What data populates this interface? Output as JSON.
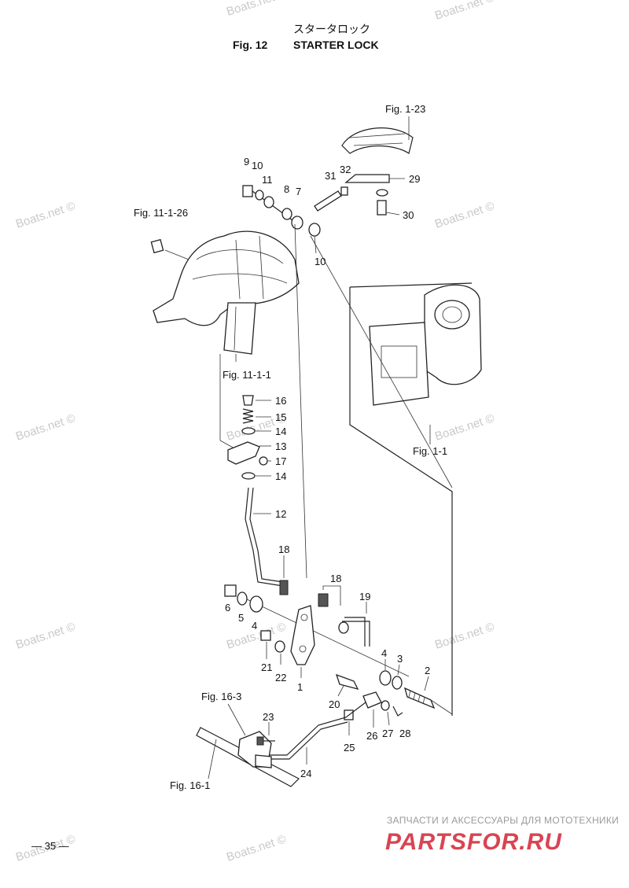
{
  "header": {
    "title_jp": "スタータロック",
    "fig_label": "Fig. 12",
    "title_en": "STARTER LOCK"
  },
  "references": {
    "fig_1_23": "Fig. 1-23",
    "fig_11_1_26": "Fig. 11-1-26",
    "fig_11_1_1": "Fig. 11-1-1",
    "fig_1_1": "Fig. 1-1",
    "fig_16_3": "Fig. 16-3",
    "fig_16_1": "Fig. 16-1"
  },
  "callouts": {
    "c1": "1",
    "c2": "2",
    "c3": "3",
    "c4a": "4",
    "c4b": "4",
    "c5": "5",
    "c6": "6",
    "c7": "7",
    "c8": "8",
    "c9": "9",
    "c10a": "10",
    "c10b": "10",
    "c11": "11",
    "c12": "12",
    "c13": "13",
    "c14a": "14",
    "c14b": "14",
    "c15": "15",
    "c16": "16",
    "c17": "17",
    "c18a": "18",
    "c18b": "18",
    "c19": "19",
    "c20": "20",
    "c21": "21",
    "c22": "22",
    "c23": "23",
    "c24": "24",
    "c25": "25",
    "c26": "26",
    "c27": "27",
    "c28": "28",
    "c29": "29",
    "c30": "30",
    "c31": "31",
    "c32": "32"
  },
  "watermark": "Boats.net ©",
  "footer": {
    "page_number": "— 35 —",
    "brand_tagline": "ЗАПЧАСТИ И АКСЕССУАРЫ ДЛЯ МОТОТЕХНИКИ",
    "brand_name": "PARTSFOR.RU"
  }
}
